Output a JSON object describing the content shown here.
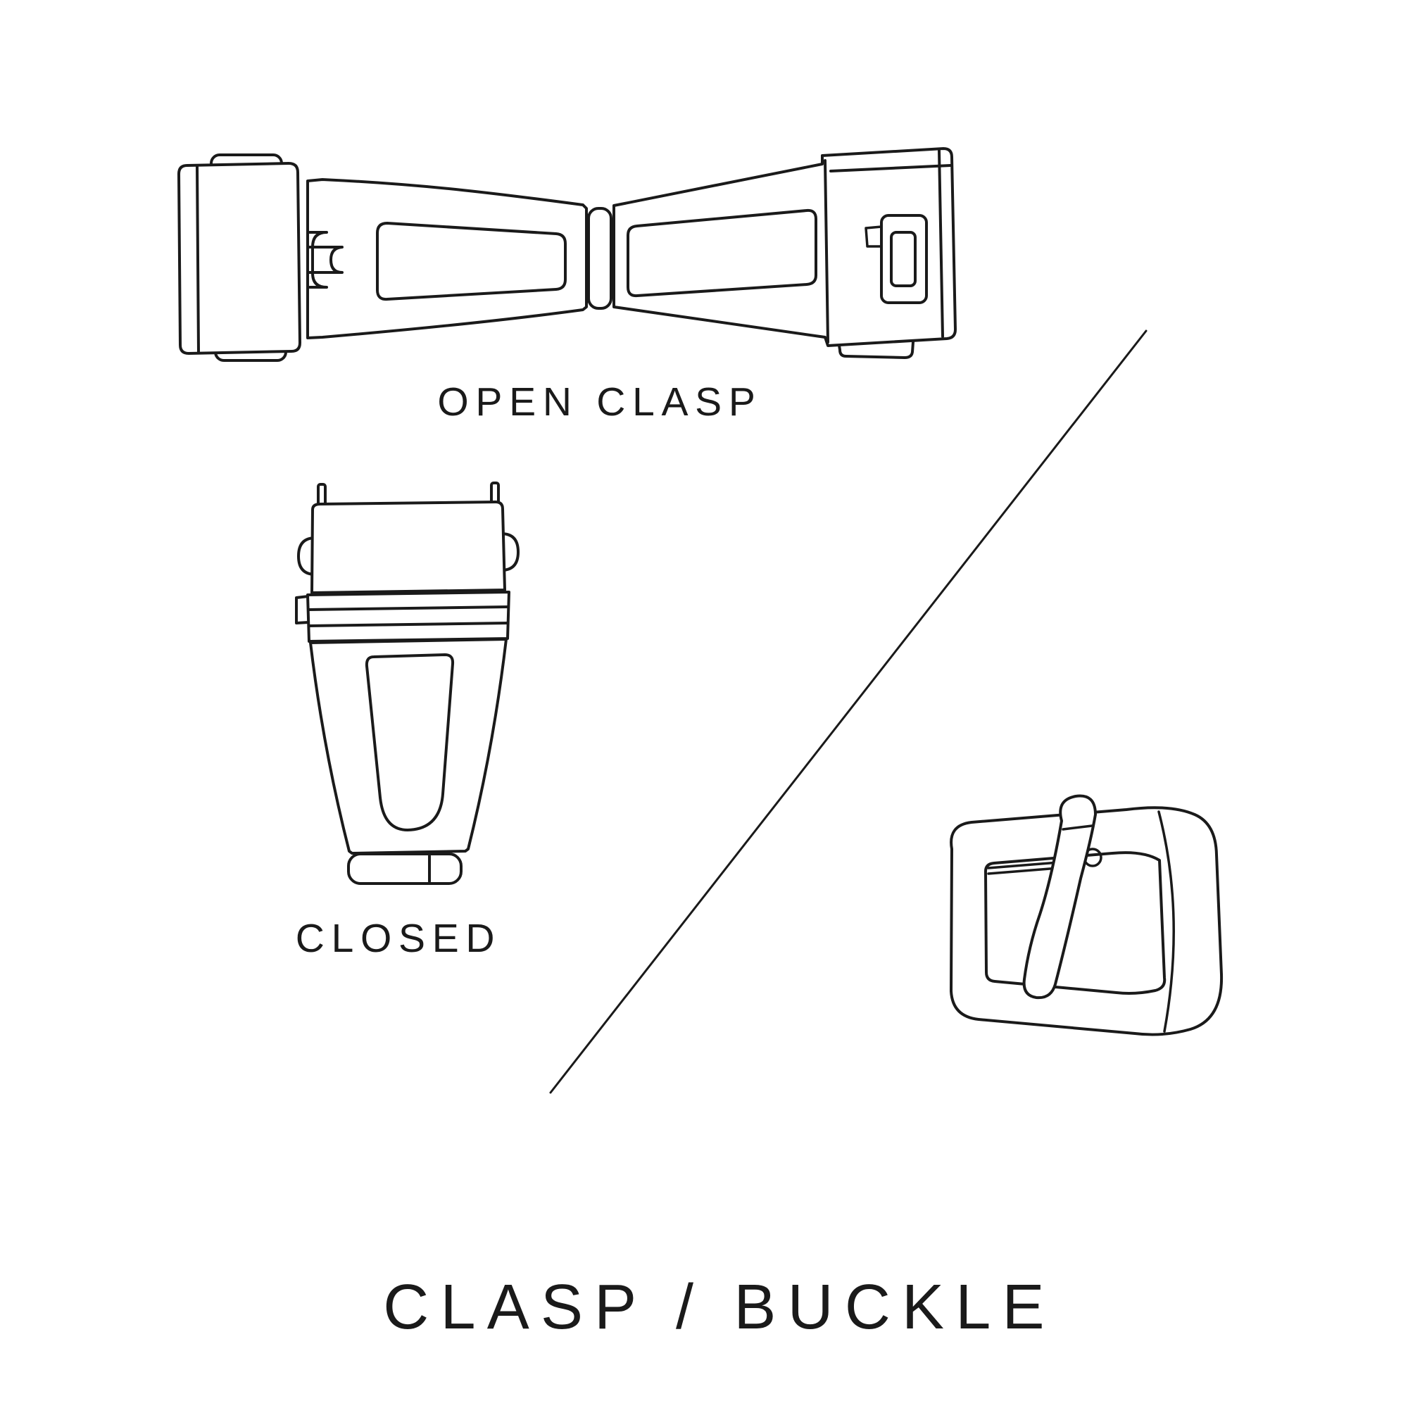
{
  "theme": {
    "bg": "#ffffff",
    "ink": "#1a1a1a"
  },
  "figure": {
    "open_clasp_label": "OPEN CLASP",
    "closed_label": "CLOSED",
    "title": "CLASP / BUCKLE"
  }
}
